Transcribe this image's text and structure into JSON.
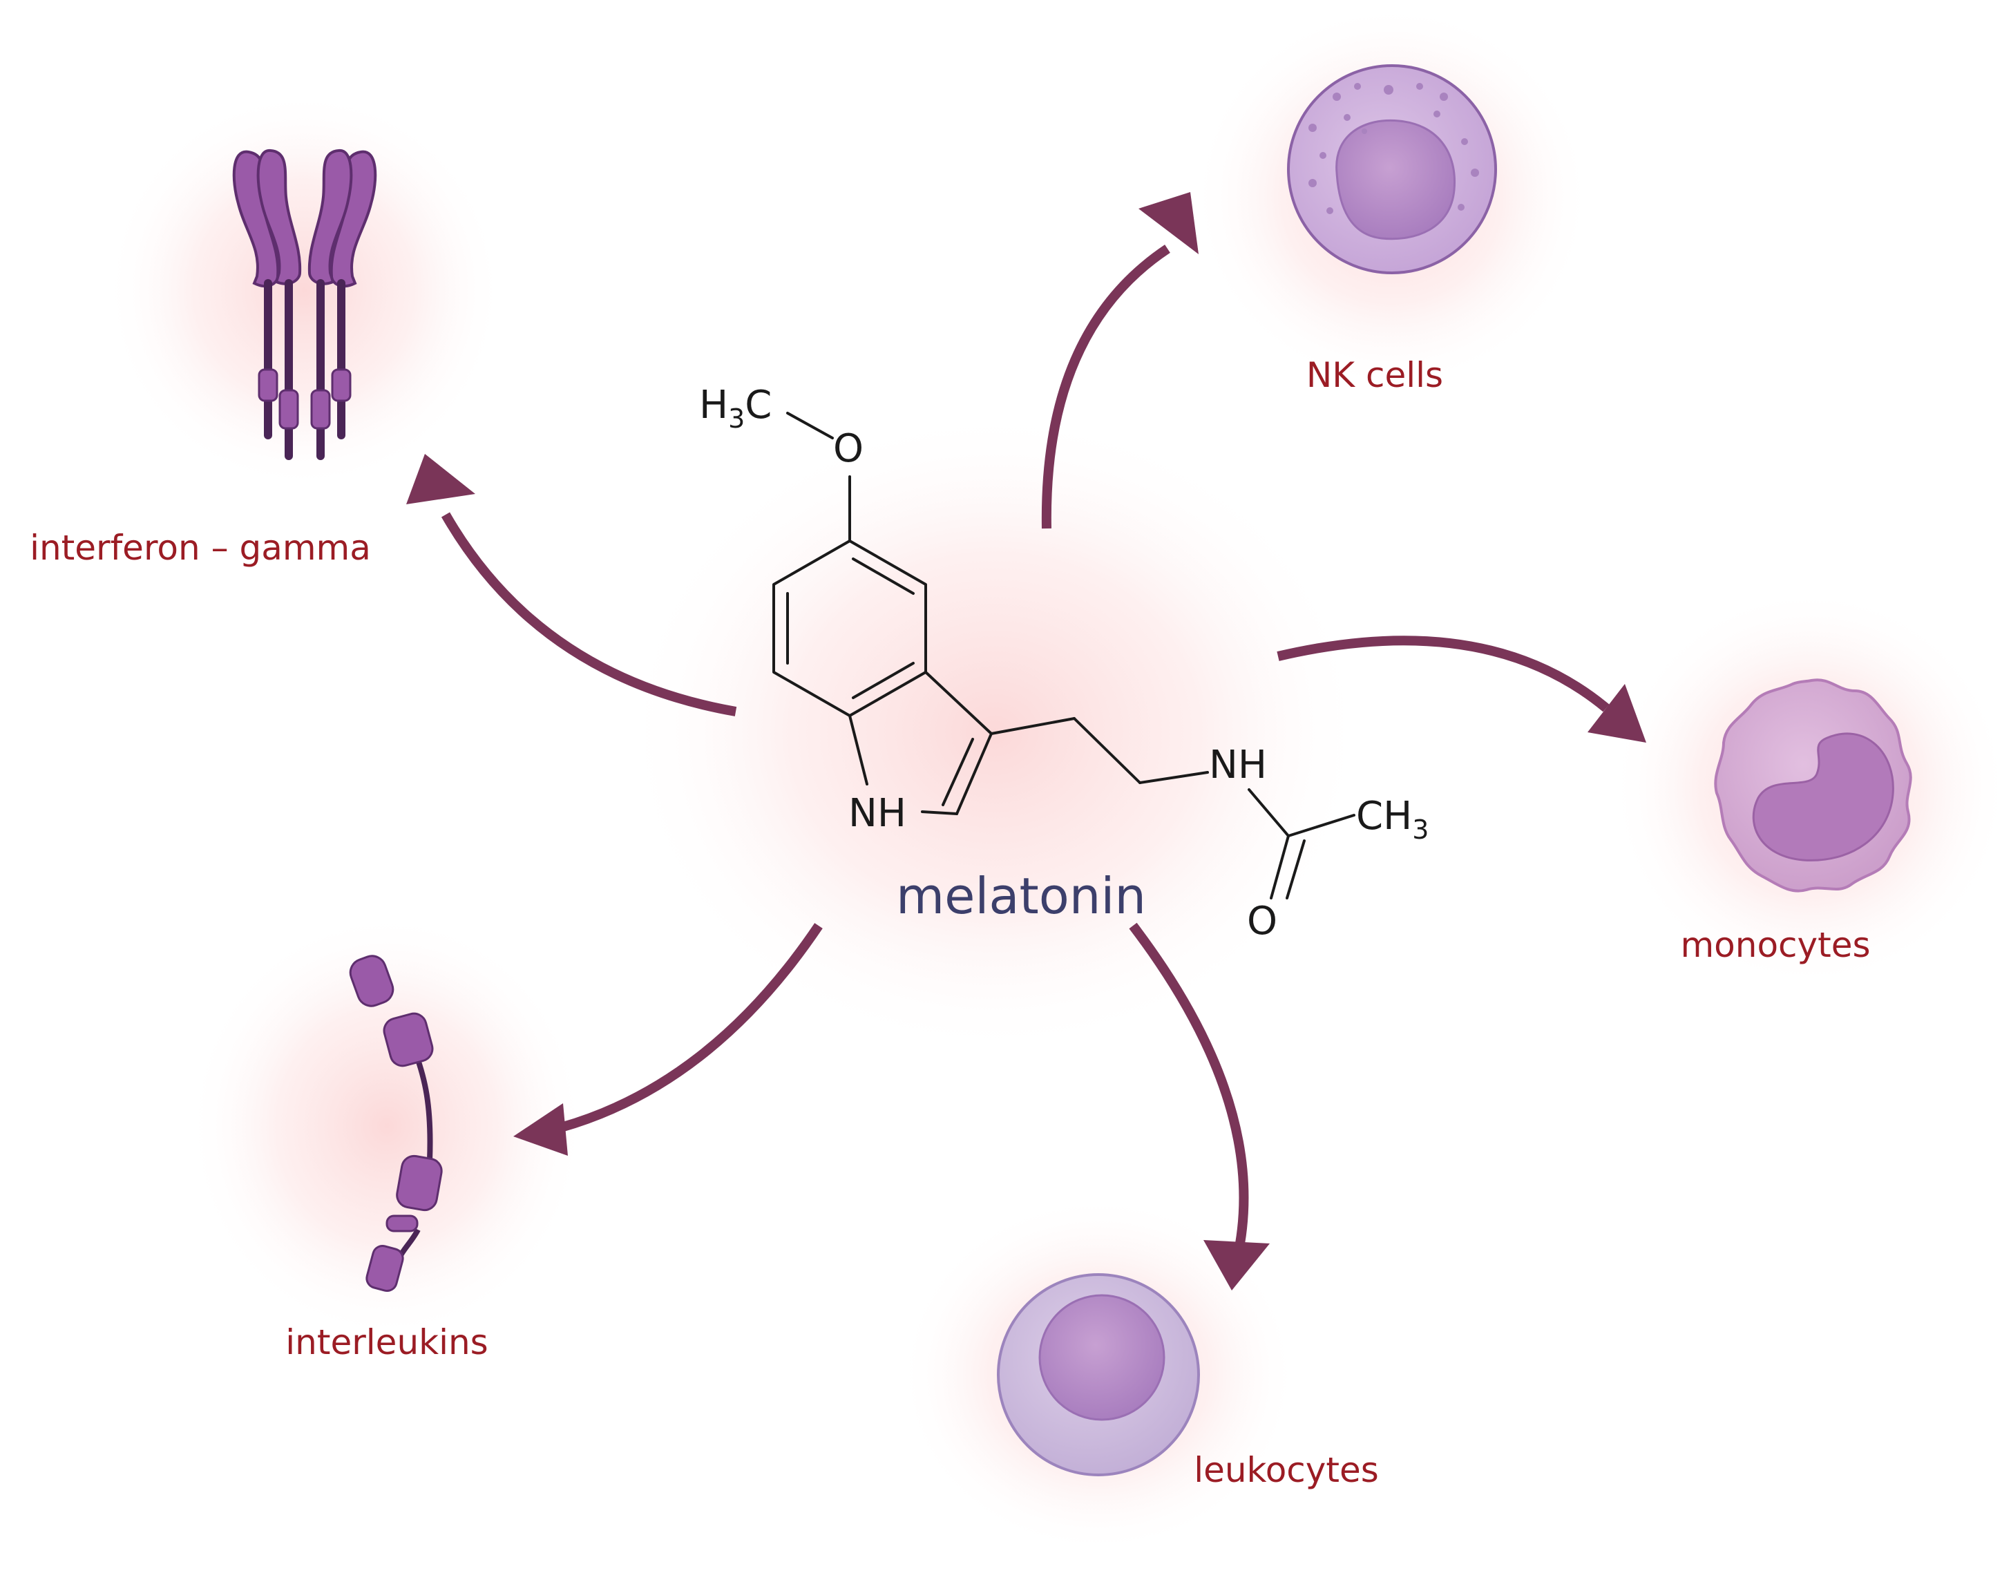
{
  "center": {
    "name": "melatonin"
  },
  "molecule": {
    "methyl_top": {
      "h": "H",
      "sub": "3",
      "c": "C"
    },
    "oxygen_ether": "O",
    "indole_nh": "NH",
    "amide_nh": "NH",
    "methyl_right": {
      "c": "CH",
      "sub": "3"
    },
    "oxygen_carbonyl": "O"
  },
  "targets": {
    "interferon": "interferon – gamma",
    "nk_cells": "NK cells",
    "monocytes": "monocytes",
    "interleukins": "interleukins",
    "leukocytes": "leukocytes"
  },
  "colors": {
    "label": "#9b1c24",
    "center_label": "#3c3f6b",
    "arrow": "#7a3558",
    "glow": "#fbd2d2",
    "protein": "#9a5aa8",
    "cell": "#c7a6d6"
  }
}
